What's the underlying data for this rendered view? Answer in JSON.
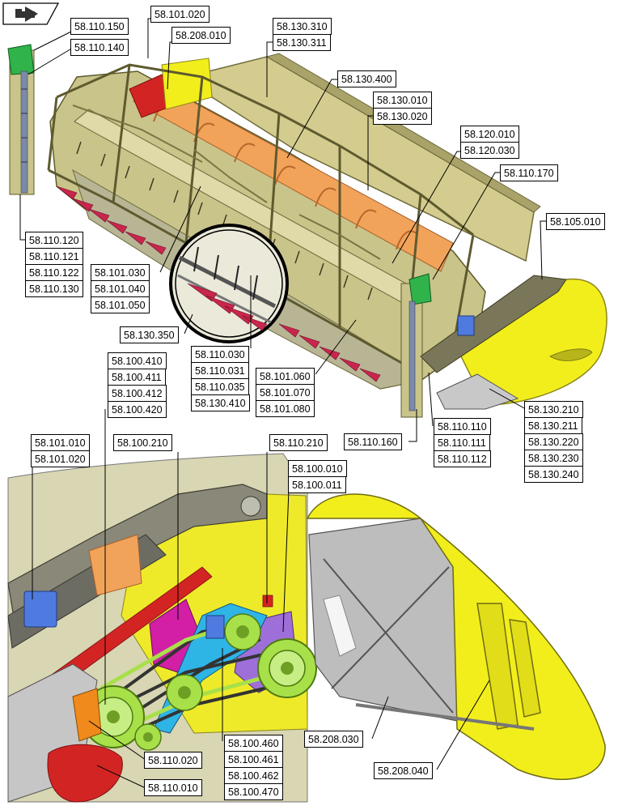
{
  "navigation": {
    "icon": "return-arrow-icon"
  },
  "colors": {
    "frame": "#b9b77a",
    "frame_dark": "#6f6c3c",
    "reel_tube": "#d8d2a0",
    "auger": "#f2a35a",
    "yellow": "#f2ee1c",
    "cover": "#d3cc8e",
    "knife": "#c8264d",
    "green": "#2fb34a",
    "blue": "#4f7be0",
    "cyan": "#2fb4e6",
    "magenta": "#d21fa6",
    "lime": "#a8e04a",
    "purple": "#9e6fd8",
    "grey_panel": "#bdbdbd",
    "orange": "#f08a1c",
    "red": "#d32424"
  },
  "labels": [
    {
      "id": "a1",
      "text": "58.110.150"
    },
    {
      "id": "a2",
      "text": "58.110.140"
    },
    {
      "id": "b1",
      "text": "58.101.020"
    },
    {
      "id": "b2",
      "text": "58.208.010"
    },
    {
      "id": "c1",
      "text": "58.130.310"
    },
    {
      "id": "c2",
      "text": "58.130.311"
    },
    {
      "id": "d1",
      "text": "58.130.400"
    },
    {
      "id": "e1",
      "text": "58.130.010"
    },
    {
      "id": "e2",
      "text": "58.130.020"
    },
    {
      "id": "f1",
      "text": "58.120.010"
    },
    {
      "id": "f2",
      "text": "58.120.030"
    },
    {
      "id": "g1",
      "text": "58.110.170"
    },
    {
      "id": "h1",
      "text": "58.105.010"
    },
    {
      "id": "i1",
      "text": "58.110.120"
    },
    {
      "id": "i2",
      "text": "58.110.121"
    },
    {
      "id": "i3",
      "text": "58.110.122"
    },
    {
      "id": "i4",
      "text": "58.110.130"
    },
    {
      "id": "j1",
      "text": "58.101.030"
    },
    {
      "id": "j2",
      "text": "58.101.040"
    },
    {
      "id": "j3",
      "text": "58.101.050"
    },
    {
      "id": "k1",
      "text": "58.130.350"
    },
    {
      "id": "l1",
      "text": "58.110.030"
    },
    {
      "id": "l2",
      "text": "58.110.031"
    },
    {
      "id": "l3",
      "text": "58.110.035"
    },
    {
      "id": "l4",
      "text": "58.130.410"
    },
    {
      "id": "m1",
      "text": "58.101.060"
    },
    {
      "id": "m2",
      "text": "58.101.070"
    },
    {
      "id": "m3",
      "text": "58.101.080"
    },
    {
      "id": "n1",
      "text": "58.100.410"
    },
    {
      "id": "n2",
      "text": "58.100.411"
    },
    {
      "id": "n3",
      "text": "58.100.412"
    },
    {
      "id": "n4",
      "text": "58.100.420"
    },
    {
      "id": "o1",
      "text": "58.130.210"
    },
    {
      "id": "o2",
      "text": "58.130.211"
    },
    {
      "id": "o3",
      "text": "58.130.220"
    },
    {
      "id": "o4",
      "text": "58.130.230"
    },
    {
      "id": "o5",
      "text": "58.130.240"
    },
    {
      "id": "p1",
      "text": "58.110.110"
    },
    {
      "id": "p2",
      "text": "58.110.111"
    },
    {
      "id": "p3",
      "text": "58.110.112"
    },
    {
      "id": "q1",
      "text": "58.110.160"
    },
    {
      "id": "r1",
      "text": "58.101.010"
    },
    {
      "id": "r2",
      "text": "58.101.020"
    },
    {
      "id": "s1",
      "text": "58.100.210"
    },
    {
      "id": "t1",
      "text": "58.110.210"
    },
    {
      "id": "u1",
      "text": "58.100.010"
    },
    {
      "id": "u2",
      "text": "58.100.011"
    },
    {
      "id": "v1",
      "text": "58.208.030"
    },
    {
      "id": "w1",
      "text": "58.208.040"
    },
    {
      "id": "x1",
      "text": "58.100.460"
    },
    {
      "id": "x2",
      "text": "58.100.461"
    },
    {
      "id": "x3",
      "text": "58.100.462"
    },
    {
      "id": "x4",
      "text": "58.100.470"
    },
    {
      "id": "y1",
      "text": "58.110.020"
    },
    {
      "id": "z1",
      "text": "58.110.010"
    }
  ]
}
